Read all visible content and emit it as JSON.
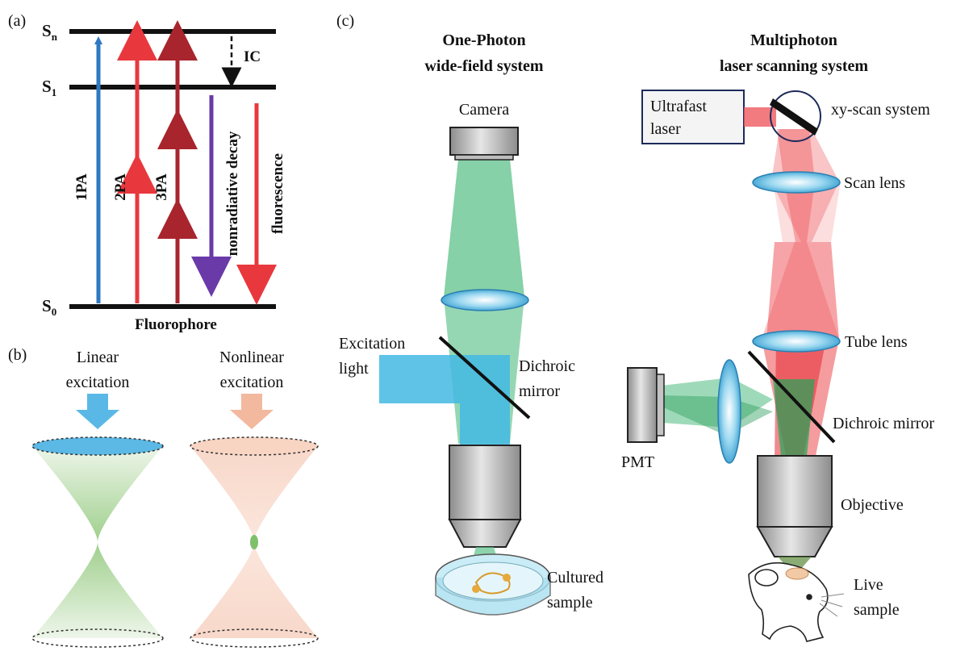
{
  "panel_a": {
    "label": "(a)",
    "levels": {
      "sn_main": "S",
      "sn_sub": "n",
      "s1_main": "S",
      "s1_sub": "1",
      "s0_main": "S",
      "s0_sub": "0"
    },
    "ic": "IC",
    "transitions": [
      "1PA",
      "2PA",
      "3PA",
      "nonradiative decay",
      "fluorescence"
    ],
    "fluorophore": "Fluorophore",
    "colors": {
      "blue": "#2f78c2",
      "red": "#e8383d",
      "darkred": "#a8252d",
      "purple": "#6a3aa8"
    }
  },
  "panel_b": {
    "label": "(b)",
    "linear_line1": "Linear",
    "linear_line2": "excitation",
    "nonlinear_line1": "Nonlinear",
    "nonlinear_line2": "excitation",
    "colors": {
      "linear_arrow": "#5ab8e6",
      "nonlinear_arrow": "#f2b99e",
      "green_cone": "#8fc77f",
      "peach_cone": "#f6c9b6"
    }
  },
  "panel_c": {
    "label": "(c)",
    "one_photon_title_1": "One-Photon",
    "one_photon_title_2": "wide-field system",
    "multiphoton_title_1": "Multiphoton",
    "multiphoton_title_2": "laser scanning system",
    "camera": "Camera",
    "excitation_1": "Excitation",
    "excitation_2": "light",
    "dichroic_1": "Dichroic",
    "dichroic_2": "mirror",
    "cultured_1": "Cultured",
    "cultured_2": "sample",
    "ultrafast_1": "Ultrafast",
    "ultrafast_2": "laser",
    "xy_scan": "xy-scan system",
    "scan_lens": "Scan lens",
    "tube_lens": "Tube lens",
    "dichroic_mirror": "Dichroic mirror",
    "pmt": "PMT",
    "objective": "Objective",
    "live_1": "Live",
    "live_2": "sample",
    "colors": {
      "green_beam": "#5dc28a",
      "blue_beam": "#43b8e3",
      "red_beam": "#ef5a5f",
      "lens": "#7fcbea"
    }
  }
}
